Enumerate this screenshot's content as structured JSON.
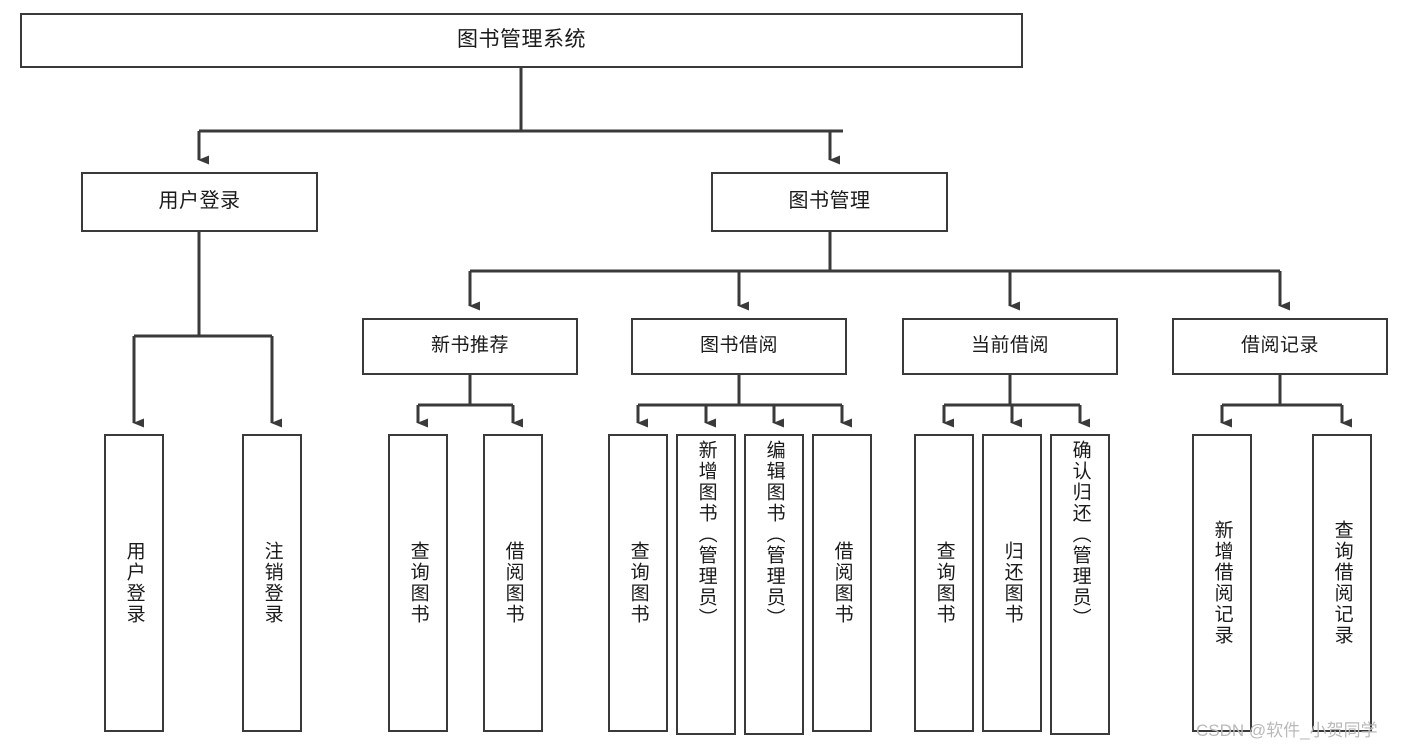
{
  "diagram": {
    "type": "tree-hierarchy",
    "title": "图书管理系统",
    "root": {
      "label": "图书管理系统"
    },
    "level1": [
      {
        "label": "用户登录"
      },
      {
        "label": "图书管理"
      }
    ],
    "level2": [
      {
        "label": "新书推荐"
      },
      {
        "label": "图书借阅"
      },
      {
        "label": "当前借阅"
      },
      {
        "label": "借阅记录"
      }
    ],
    "leaves": {
      "user_login": [
        {
          "label": "用户登录"
        },
        {
          "label": "注销登录"
        }
      ],
      "new_book_recommend": [
        {
          "label": "查询图书"
        },
        {
          "label": "借阅图书"
        }
      ],
      "book_borrow": [
        {
          "label": "查询图书"
        },
        {
          "label": "新增图书（管理员）"
        },
        {
          "label": "编辑图书（管理员）"
        },
        {
          "label": "借阅图书"
        }
      ],
      "current_borrow": [
        {
          "label": "查询图书"
        },
        {
          "label": "归还图书"
        },
        {
          "label": "确认归还（管理员）"
        }
      ],
      "borrow_record": [
        {
          "label": "新增借阅记录"
        },
        {
          "label": "查询借阅记录"
        }
      ]
    }
  },
  "watermark": {
    "text": "CSDN @软件_小贺同学"
  },
  "colors": {
    "stroke": "#3a3a3a",
    "background": "#ffffff",
    "text": "#1a1a1a",
    "watermark": "#b9b9b9"
  }
}
